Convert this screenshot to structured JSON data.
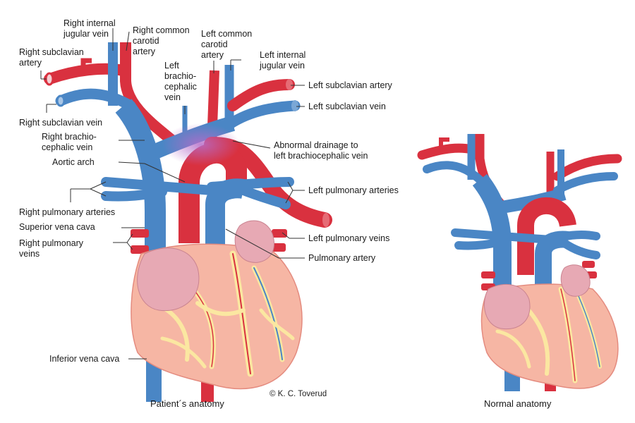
{
  "labels": {
    "right_internal_jugular_vein": [
      "Right internal",
      "jugular vein"
    ],
    "right_common_carotid_artery": [
      "Right common",
      "carotid",
      "artery"
    ],
    "left_common_carotid_artery": [
      "Left common",
      "carotid",
      "artery"
    ],
    "right_subclavian_artery": [
      "Right subclavian",
      "artery"
    ],
    "left_brachiocephalic_vein": [
      "Left",
      "brachio-",
      "cephalic",
      "vein"
    ],
    "left_internal_jugular_vein": [
      "Left internal",
      "jugular vein"
    ],
    "left_subclavian_artery": "Left subclavian artery",
    "left_subclavian_vein": "Left subclavian vein",
    "right_subclavian_vein": "Right subclavian vein",
    "right_brachiocephalic_vein": [
      "Right brachio-",
      "cephalic vein"
    ],
    "abnormal_drainage": [
      "Abnormal drainage to",
      "left brachiocephalic vein"
    ],
    "aortic_arch": "Aortic arch",
    "left_pulmonary_arteries": "Left pulmonary arteries",
    "right_pulmonary_arteries": "Right pulmonary arteries",
    "superior_vena_cava": "Superior vena cava",
    "left_pulmonary_veins": "Left pulmonary veins",
    "right_pulmonary_veins": [
      "Right pulmonary",
      "veins"
    ],
    "pulmonary_artery": "Pulmonary artery",
    "inferior_vena_cava": "Inferior vena cava"
  },
  "captions": {
    "patient": "Patient´s anatomy",
    "normal": "Normal anatomy",
    "credit": "© K. C. Toverud"
  },
  "colors": {
    "vein": "#4a86c5",
    "artery": "#d9313f",
    "heart": "#f6b6a4",
    "fat": "#fbe7a1",
    "atrium": "#e7a9b4",
    "leader": "#333333"
  }
}
